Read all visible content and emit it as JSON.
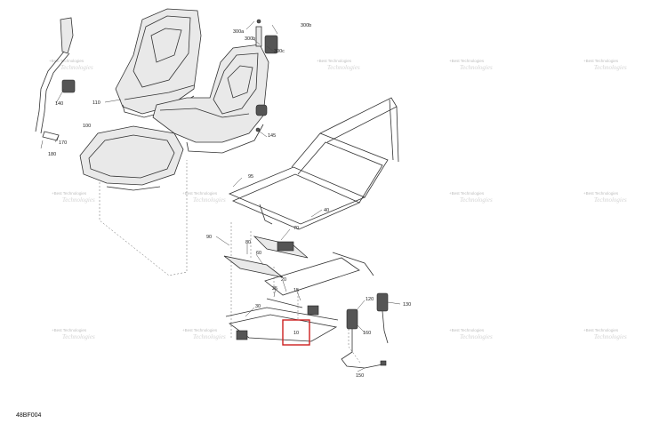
{
  "diagram": {
    "drawing_code": "48BF004",
    "callouts": [
      {
        "id": "c-300a",
        "label": "300a"
      },
      {
        "id": "c-300b-top",
        "label": "300b"
      },
      {
        "id": "c-300b",
        "label": "300b"
      },
      {
        "id": "c-300c",
        "label": "300c"
      },
      {
        "id": "c-110",
        "label": "110"
      },
      {
        "id": "c-140",
        "label": "140"
      },
      {
        "id": "c-100",
        "label": "100"
      },
      {
        "id": "c-170",
        "label": "170"
      },
      {
        "id": "c-180",
        "label": "180"
      },
      {
        "id": "c-145",
        "label": "145"
      },
      {
        "id": "c-95",
        "label": "95"
      },
      {
        "id": "c-40",
        "label": "40"
      },
      {
        "id": "c-90",
        "label": "90"
      },
      {
        "id": "c-70",
        "label": "70"
      },
      {
        "id": "c-80",
        "label": "80"
      },
      {
        "id": "c-60",
        "label": "60"
      },
      {
        "id": "c-20",
        "label": "20"
      },
      {
        "id": "c-25",
        "label": "25"
      },
      {
        "id": "c-15",
        "label": "15"
      },
      {
        "id": "c-30",
        "label": "30"
      },
      {
        "id": "c-10",
        "label": "10"
      },
      {
        "id": "c-120",
        "label": "120"
      },
      {
        "id": "c-130",
        "label": "130"
      },
      {
        "id": "c-160",
        "label": "160"
      },
      {
        "id": "c-150",
        "label": "150"
      }
    ],
    "highlight": {
      "label": "10",
      "color": "#cc1f1f"
    },
    "watermark": {
      "line1": "+Best Technologies",
      "line2": "Technologies"
    }
  }
}
